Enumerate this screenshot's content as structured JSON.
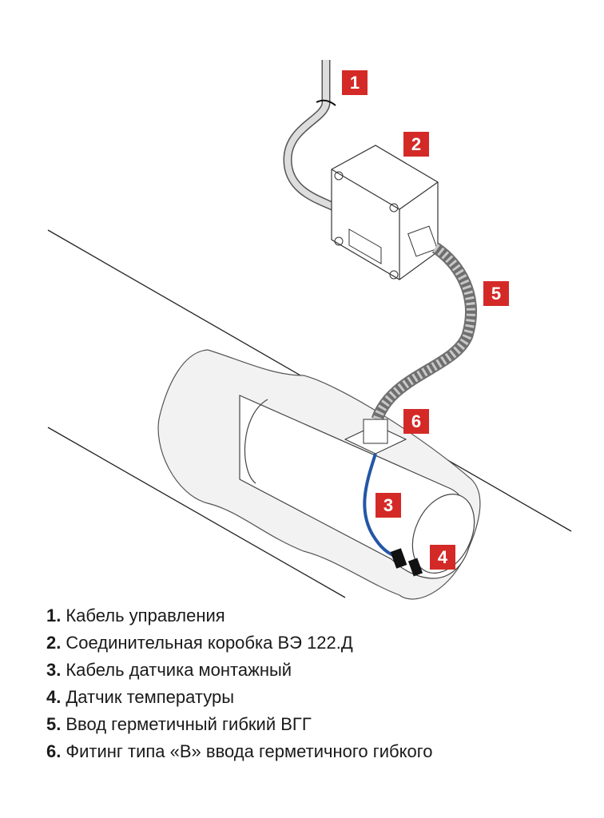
{
  "colors": {
    "badge": "#d42a27",
    "sensor_cable": "#2456a6",
    "hose": "#8c8c8c"
  },
  "badges": [
    "1",
    "2",
    "3",
    "4",
    "5",
    "6"
  ],
  "legend": [
    {
      "num": "1.",
      "text": "Кабель управления"
    },
    {
      "num": "2.",
      "text": "Соединительная коробка ВЭ 122.Д"
    },
    {
      "num": "3.",
      "text": "Кабель датчика монтажный"
    },
    {
      "num": "4.",
      "text": "Датчик температуры"
    },
    {
      "num": "5.",
      "text": "Ввод герметичный гибкий ВГГ"
    },
    {
      "num": "6.",
      "text": "Фитинг типа «В» ввода герметичного гибкого"
    }
  ]
}
